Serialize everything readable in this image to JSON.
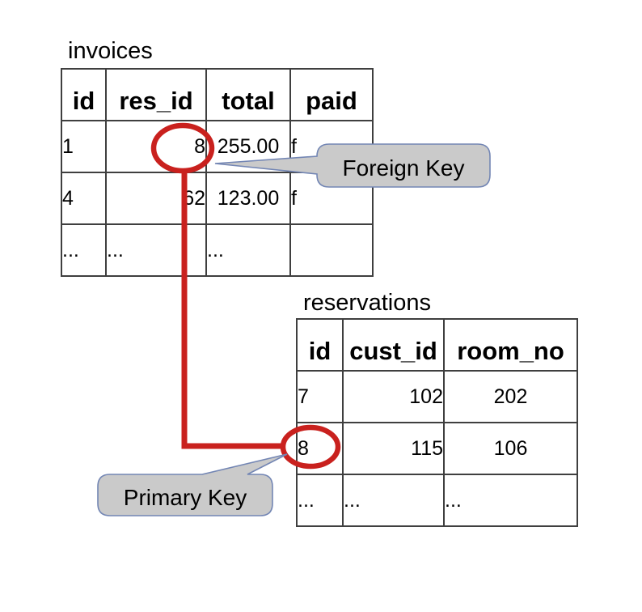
{
  "diagram": {
    "background_color": "#ffffff",
    "annotation_color": "#c9211e",
    "callout_fill": "#cacaca",
    "callout_border": "#7386b4",
    "grid_line_color": "#3f3f3f"
  },
  "tables": {
    "invoices": {
      "title": "invoices",
      "columns": [
        "id",
        "res_id",
        "total",
        "paid"
      ],
      "rows": [
        [
          "1",
          "8",
          "255.00",
          "f"
        ],
        [
          "4",
          "62",
          "123.00",
          "f"
        ],
        [
          "...",
          "...",
          "...",
          ""
        ]
      ]
    },
    "reservations": {
      "title": "reservations",
      "columns": [
        "id",
        "cust_id",
        "room_no"
      ],
      "rows": [
        [
          "7",
          "102",
          "202"
        ],
        [
          "8",
          "115",
          "106"
        ],
        [
          "...",
          "...",
          "..."
        ]
      ]
    }
  },
  "callouts": {
    "foreign_key": {
      "label": "Foreign Key"
    },
    "primary_key": {
      "label": "Primary Key"
    }
  }
}
